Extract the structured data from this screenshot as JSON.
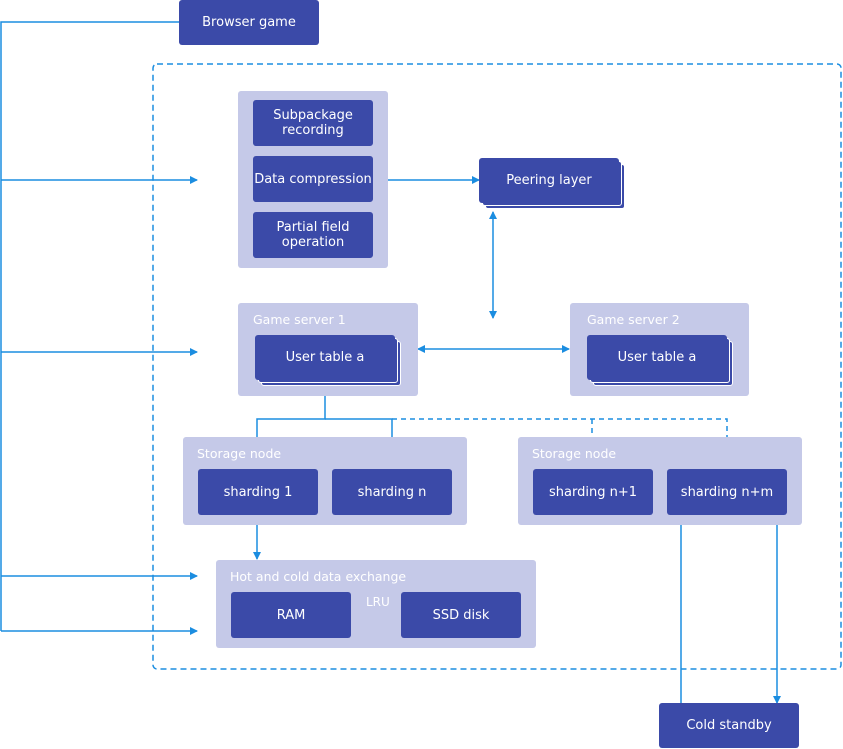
{
  "colors": {
    "box_fill": "#3b4aa8",
    "panel_fill": "#c5c9e8",
    "connector": "#1b8de0"
  },
  "nodes": {
    "browser_game": "Browser game",
    "subpackage_recording": "Subpackage recording",
    "data_compression": "Data compression",
    "partial_field_operation": "Partial field operation",
    "peering_layer": "Peering layer",
    "game_server_1": {
      "title": "Game server 1",
      "user_table": "User table a"
    },
    "game_server_2": {
      "title": "Game server 2",
      "user_table": "User table a"
    },
    "storage_node_1": {
      "title": "Storage node",
      "shard_a": "sharding 1",
      "shard_b": "sharding n"
    },
    "storage_node_2": {
      "title": "Storage node",
      "shard_a": "sharding n+1",
      "shard_b": "sharding n+m"
    },
    "hot_cold": {
      "title": "Hot and cold data exchange",
      "ram": "RAM",
      "lru": "LRU",
      "ssd": "SSD disk"
    },
    "cold_standby": "Cold standby"
  }
}
